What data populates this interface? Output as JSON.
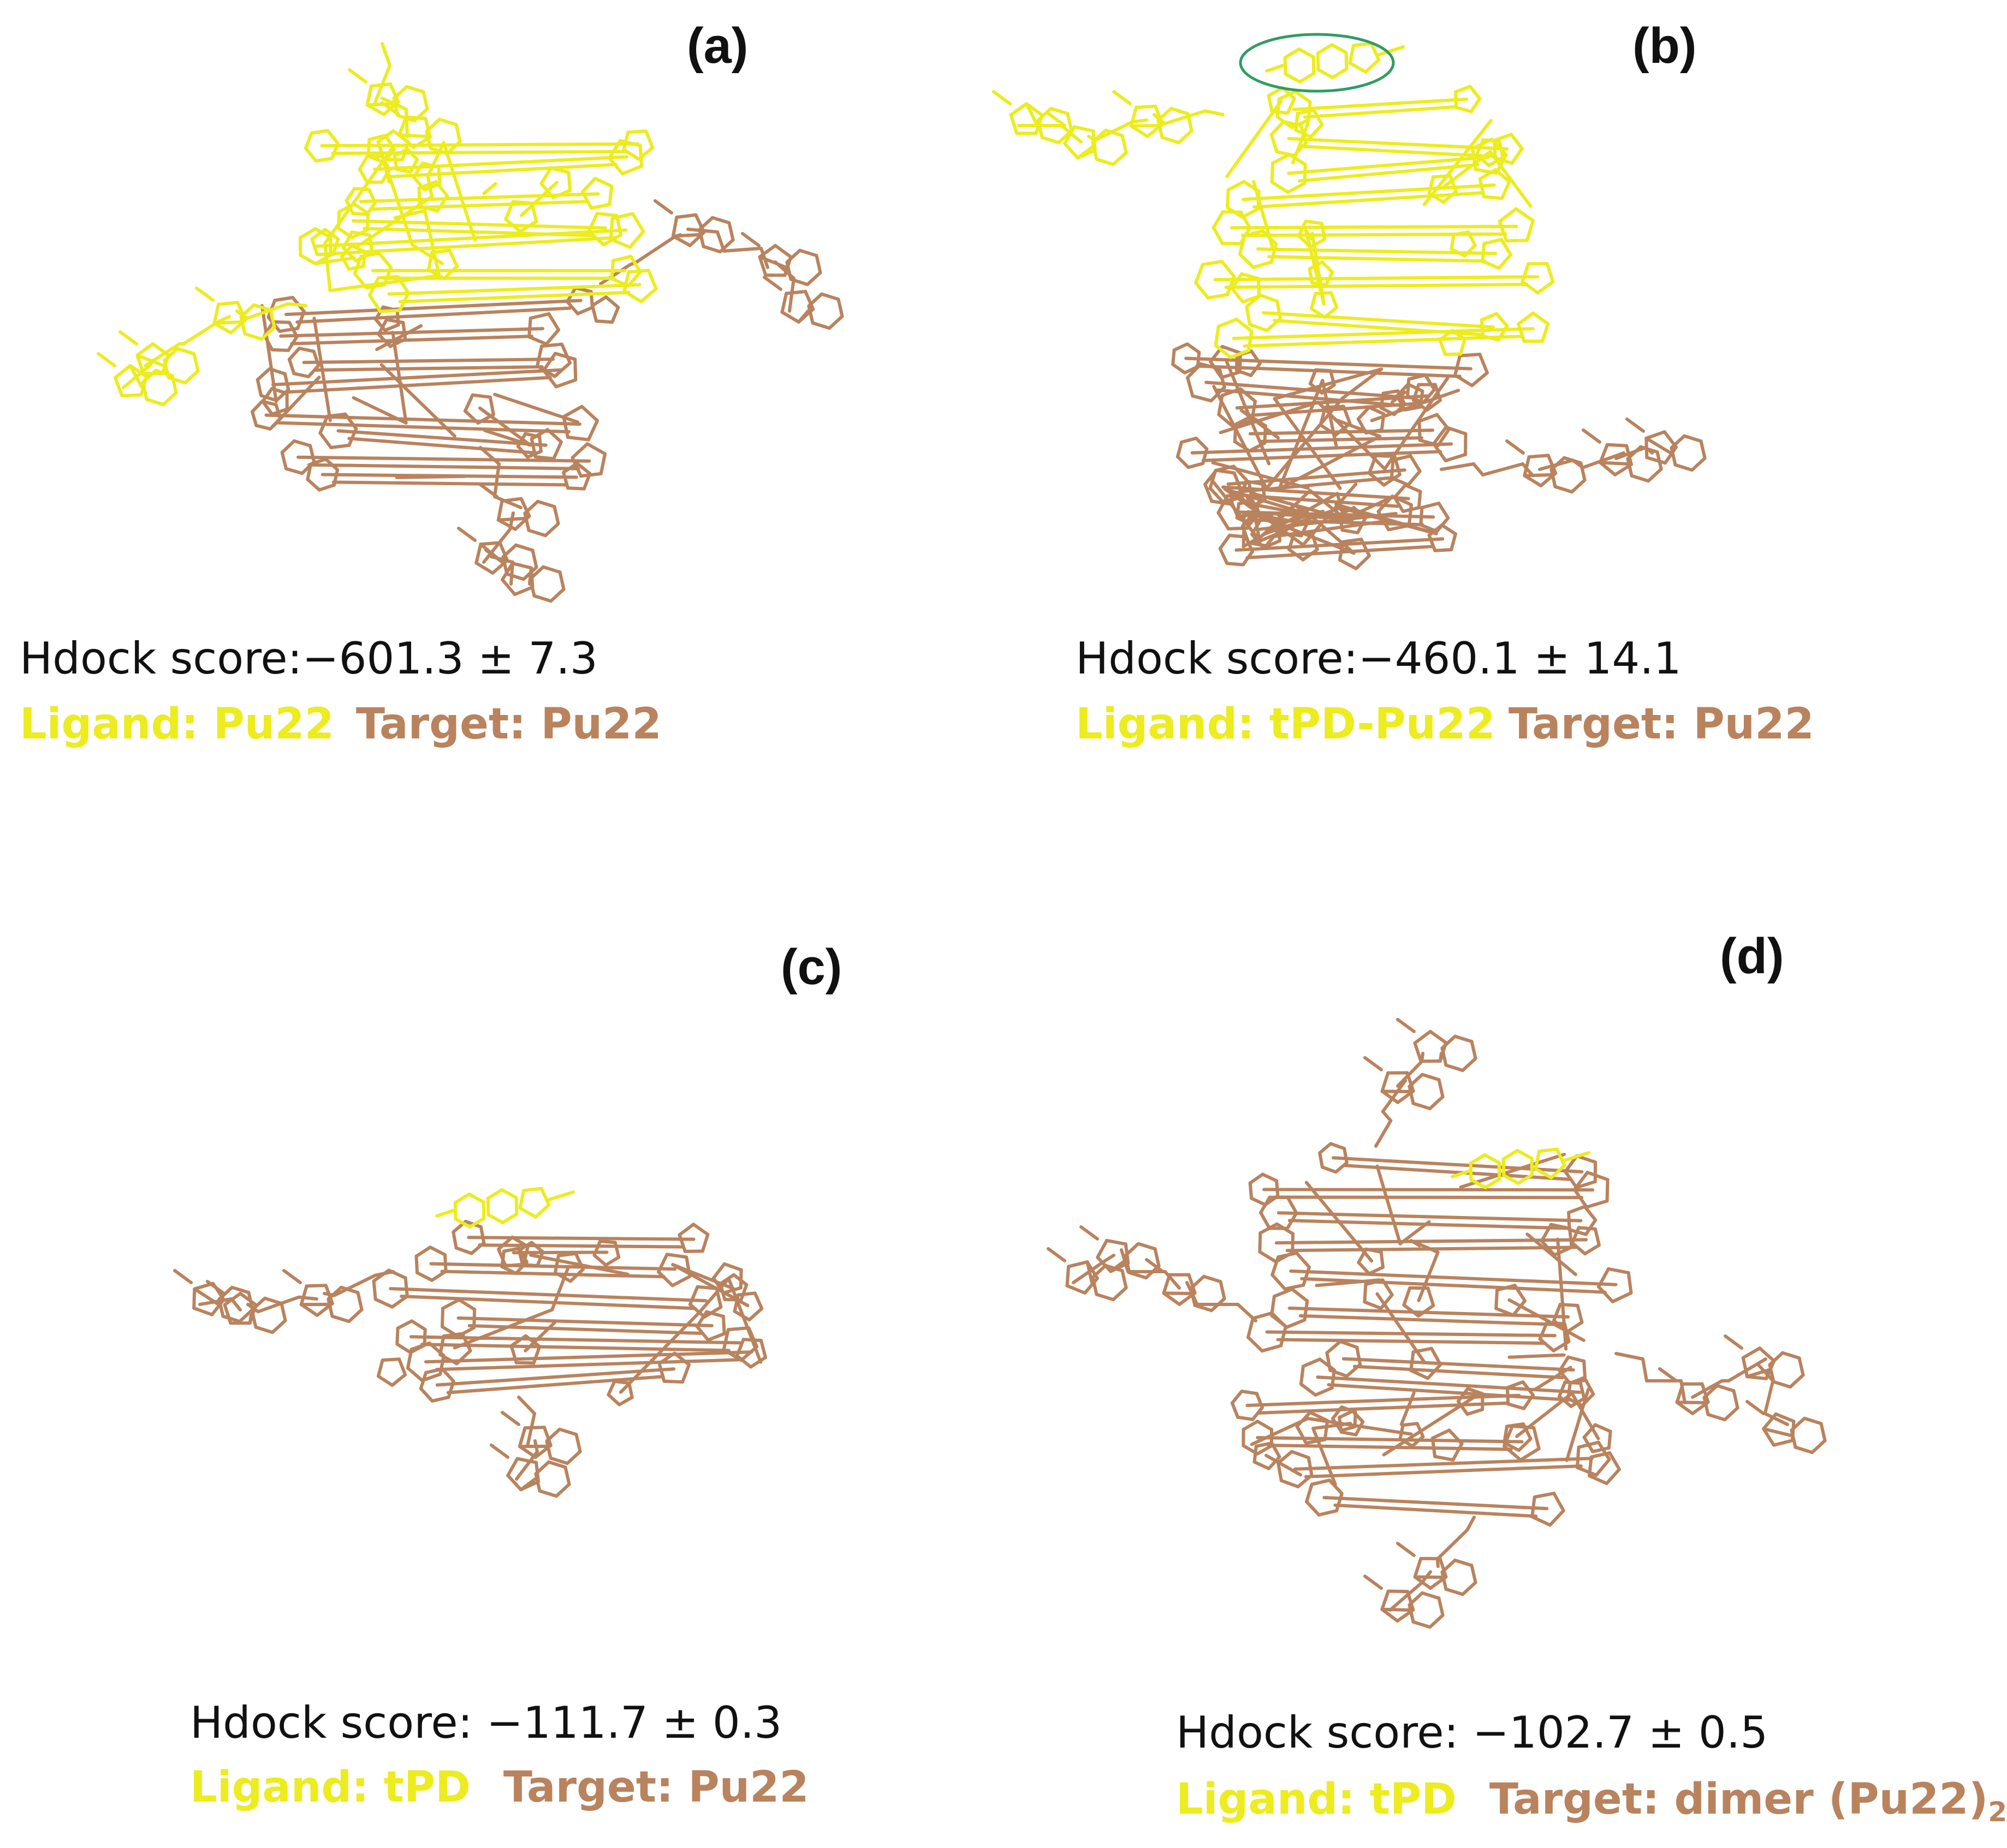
{
  "colors": {
    "ligand": "#ecec1e",
    "target": "#b9835e",
    "highlight_ellipse": "#2e9d62"
  },
  "panels": [
    {
      "label": "(a)",
      "score": "Hdock score:−601.3 ± 7.3",
      "ligand": "Ligand: Pu22",
      "target": "Target: Pu22",
      "target_sub": ""
    },
    {
      "label": "(b)",
      "score": "Hdock score:−460.1 ± 14.1",
      "ligand": "Ligand: tPD-Pu22",
      "target": "Target: Pu22",
      "target_sub": ""
    },
    {
      "label": "(c)",
      "score": "Hdock score:  −111.7 ± 0.3",
      "ligand": "Ligand: tPD",
      "target": "Target: Pu22",
      "target_sub": ""
    },
    {
      "label": "(d)",
      "score": "Hdock score:  −102.7 ± 0.5",
      "ligand": "Ligand: tPD",
      "target": "Target: dimer (Pu22)",
      "target_sub": "2"
    }
  ]
}
